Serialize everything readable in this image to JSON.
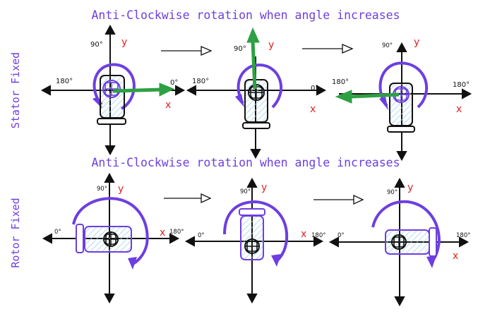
{
  "headings": {
    "stator": "Anti-Clockwise rotation when angle increases",
    "rotor": "Anti-Clockwise rotation when angle increases"
  },
  "row_labels": {
    "stator": "Stator Fixed",
    "rotor": "Rotor Fixed"
  },
  "stator_row": [
    {
      "deg_90": "90°",
      "deg_180": "180°",
      "deg_0": "0°",
      "y_label": "y",
      "x_label": "x"
    },
    {
      "deg_90": "90°",
      "deg_180": "180°",
      "deg_0": "0°",
      "y_label": "y",
      "x_label": "x"
    },
    {
      "deg_90": "90°",
      "deg_180": "180°",
      "deg_0": "180°",
      "y_label": "y",
      "x_label": "x"
    }
  ],
  "rotor_row": [
    {
      "deg_90": "90°",
      "deg_0": "0°",
      "deg_180": "180°",
      "y_label": "y",
      "x_label": "x"
    },
    {
      "deg_90": "90°",
      "deg_0": "0°",
      "deg_180": "180°",
      "y_label": "y",
      "x_label": "x"
    },
    {
      "deg_90": "90°",
      "deg_0": "0°",
      "deg_180": "180°",
      "y_label": "y",
      "x_label": "x"
    }
  ],
  "colors": {
    "purple": "#6d3fe0",
    "green": "#2ea043",
    "red": "#e02424",
    "black": "#111111",
    "hatch": "#9fd3e6"
  }
}
